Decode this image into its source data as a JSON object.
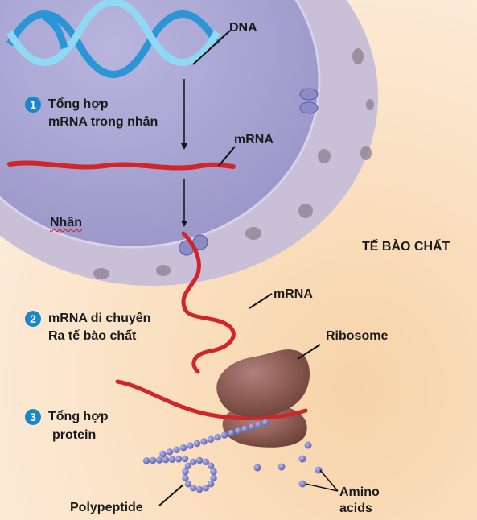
{
  "labels": {
    "dna": "DNA",
    "mrna_nucleus": "mRNA",
    "nucleus": "Nhân",
    "cytoplasm": "TẾ BÀO CHẤT",
    "mrna_cytoplasm": "mRNA",
    "ribosome": "Ribosome",
    "polypeptide": "Polypeptide",
    "amino_line1": "Amino",
    "amino_line2": "acids"
  },
  "steps": [
    {
      "number": "1",
      "line1": "Tổng hợp",
      "line2": "mRNA trong nhân"
    },
    {
      "number": "2",
      "line1": "mRNA di chuyển",
      "line2": "Ra tế bào chất"
    },
    {
      "number": "3",
      "line1": "Tổng hợp",
      "line2": "protein"
    }
  ],
  "colors": {
    "cytoplasm": "#fbe6cf",
    "nucleus": "#a9a7d2",
    "envelope": "#c7bdd4",
    "dna_light": "#7ed3f2",
    "dna_dark": "#1f8fcc",
    "mrna": "#d0262a",
    "ribosome": "#8b5a4e",
    "amino": "#7b7fc4",
    "step_badge": "#1b87c9"
  }
}
